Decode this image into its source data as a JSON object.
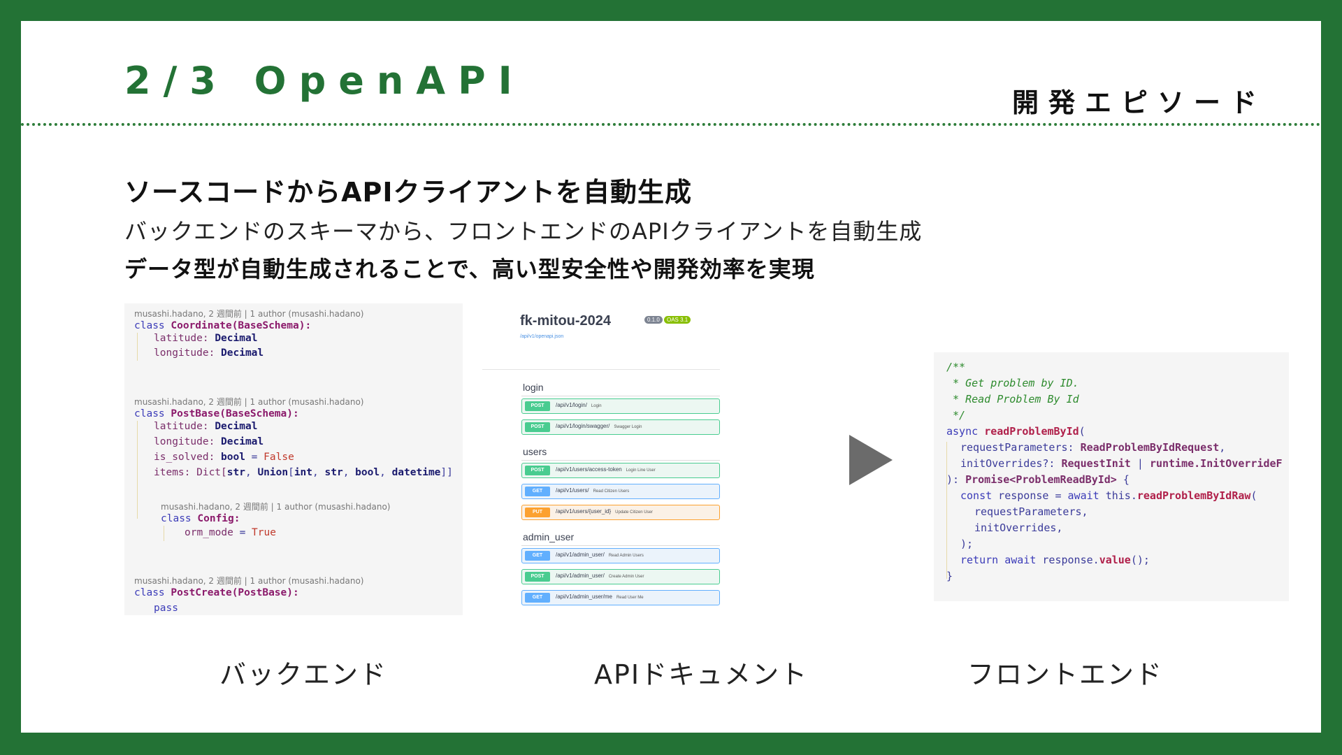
{
  "header": {
    "title": "2/3 OpenAPI",
    "category": "開発エピソード"
  },
  "body": {
    "heading": "ソースコードからAPIクライアントを自動生成",
    "line2": "バックエンドのスキーマから、フロントエンドのAPIクライアントを自動生成",
    "line3": "データ型が自動生成されることで、高い型安全性や開発効率を実現"
  },
  "backend_code": {
    "blame": "musashi.hadano, 2 週間前 | 1 author (musashi.hadano)",
    "lines": [
      "class Coordinate(BaseSchema):",
      "latitude: Decimal",
      "longitude: Decimal",
      "class PostBase(BaseSchema):",
      "latitude: Decimal",
      "longitude: Decimal",
      "is_solved: bool = False",
      "items: Dict[str, Union[int, str, bool, datetime]]",
      "class Config:",
      "orm_mode = True",
      "class PostCreate(PostBase):",
      "pass"
    ]
  },
  "api_doc": {
    "title": "fk-mitou-2024",
    "version_badge": "0.1.0",
    "oas_badge": "OAS 3.1",
    "spec_link": "/api/v1/openapi.json",
    "tags": [
      {
        "name": "login",
        "ops": [
          {
            "method": "POST",
            "path": "/api/v1/login/",
            "summary": "Login"
          },
          {
            "method": "POST",
            "path": "/api/v1/login/swagger/",
            "summary": "Swagger Login"
          }
        ]
      },
      {
        "name": "users",
        "ops": [
          {
            "method": "POST",
            "path": "/api/v1/users/access-token",
            "summary": "Login Line User"
          },
          {
            "method": "GET",
            "path": "/api/v1/users/",
            "summary": "Read Citizen Users"
          },
          {
            "method": "PUT",
            "path": "/api/v1/users/{user_id}",
            "summary": "Update Citizen User"
          }
        ]
      },
      {
        "name": "admin_user",
        "ops": [
          {
            "method": "GET",
            "path": "/api/v1/admin_user/",
            "summary": "Read Admin Users"
          },
          {
            "method": "POST",
            "path": "/api/v1/admin_user/",
            "summary": "Create Admin User"
          },
          {
            "method": "GET",
            "path": "/api/v1/admin_user/me",
            "summary": "Read User Me"
          }
        ]
      }
    ]
  },
  "frontend_code": {
    "lines": [
      "/**",
      " * Get problem by ID.",
      " * Read Problem By Id",
      " */",
      "async readProblemById(",
      "requestParameters: ReadProblemByIdRequest,",
      "initOverrides?: RequestInit | runtime.InitOverrideF",
      "): Promise<ProblemReadById> {",
      "const response = await this.readProblemByIdRaw(",
      "requestParameters,",
      "initOverrides,",
      ");",
      "return await response.value();",
      "}"
    ]
  },
  "captions": {
    "backend": "バックエンド",
    "api": "APIドキュメント",
    "frontend": "フロントエンド"
  }
}
